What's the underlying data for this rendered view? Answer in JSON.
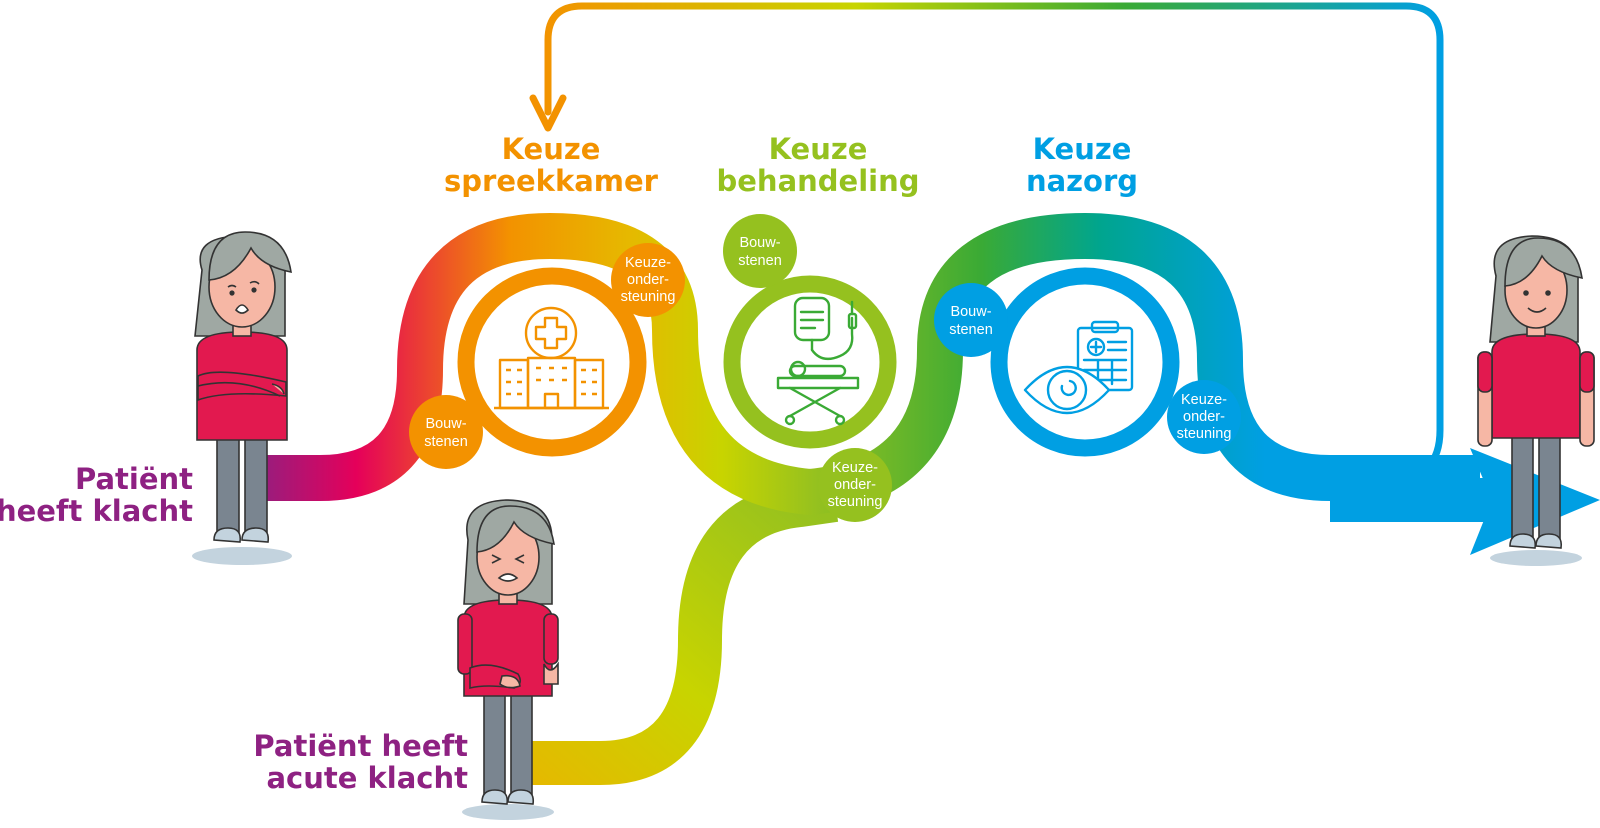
{
  "colors": {
    "purple": "#8e2182",
    "magenta": "#e5005a",
    "orange": "#f39200",
    "lime": "#95c11f",
    "yellowgreen": "#c8d400",
    "green": "#3aaa35",
    "teal": "#00a58e",
    "blue": "#009fe3",
    "skin": "#f6b7a5",
    "hair": "#9fa8a3",
    "shirt": "#e2194f",
    "pants": "#7a8590",
    "shoe": "#c3d3de"
  },
  "stages": [
    {
      "line1": "Keuze",
      "line2": "spreekkamer",
      "color": "#f39200",
      "icon": "hospital-icon"
    },
    {
      "line1": "Keuze",
      "line2": "behandeling",
      "color": "#95c11f",
      "icon": "stretcher-iv-icon"
    },
    {
      "line1": "Keuze",
      "line2": "nazorg",
      "color": "#009fe3",
      "icon": "eye-clipboard-icon"
    }
  ],
  "bubbles": {
    "stage1_bouwstenen": {
      "line1": "Bouw-",
      "line2": "stenen"
    },
    "stage1_keuze": {
      "line1": "Keuze-",
      "line2": "onder-",
      "line3": "steuning"
    },
    "stage2_bouwstenen": {
      "line1": "Bouw-",
      "line2": "stenen"
    },
    "stage2_keuze": {
      "line1": "Keuze-",
      "line2": "onder-",
      "line3": "steuning"
    },
    "stage3_bouwstenen": {
      "line1": "Bouw-",
      "line2": "stenen"
    },
    "stage3_keuze": {
      "line1": "Keuze-",
      "line2": "onder-",
      "line3": "steuning"
    }
  },
  "patients": {
    "complaint": {
      "line1": "Patiënt",
      "line2": "heeft klacht",
      "expression": "worried"
    },
    "acute": {
      "line1": "Patiënt heeft",
      "line2": "acute klacht",
      "expression": "pain"
    },
    "recovered": {
      "expression": "happy"
    }
  }
}
